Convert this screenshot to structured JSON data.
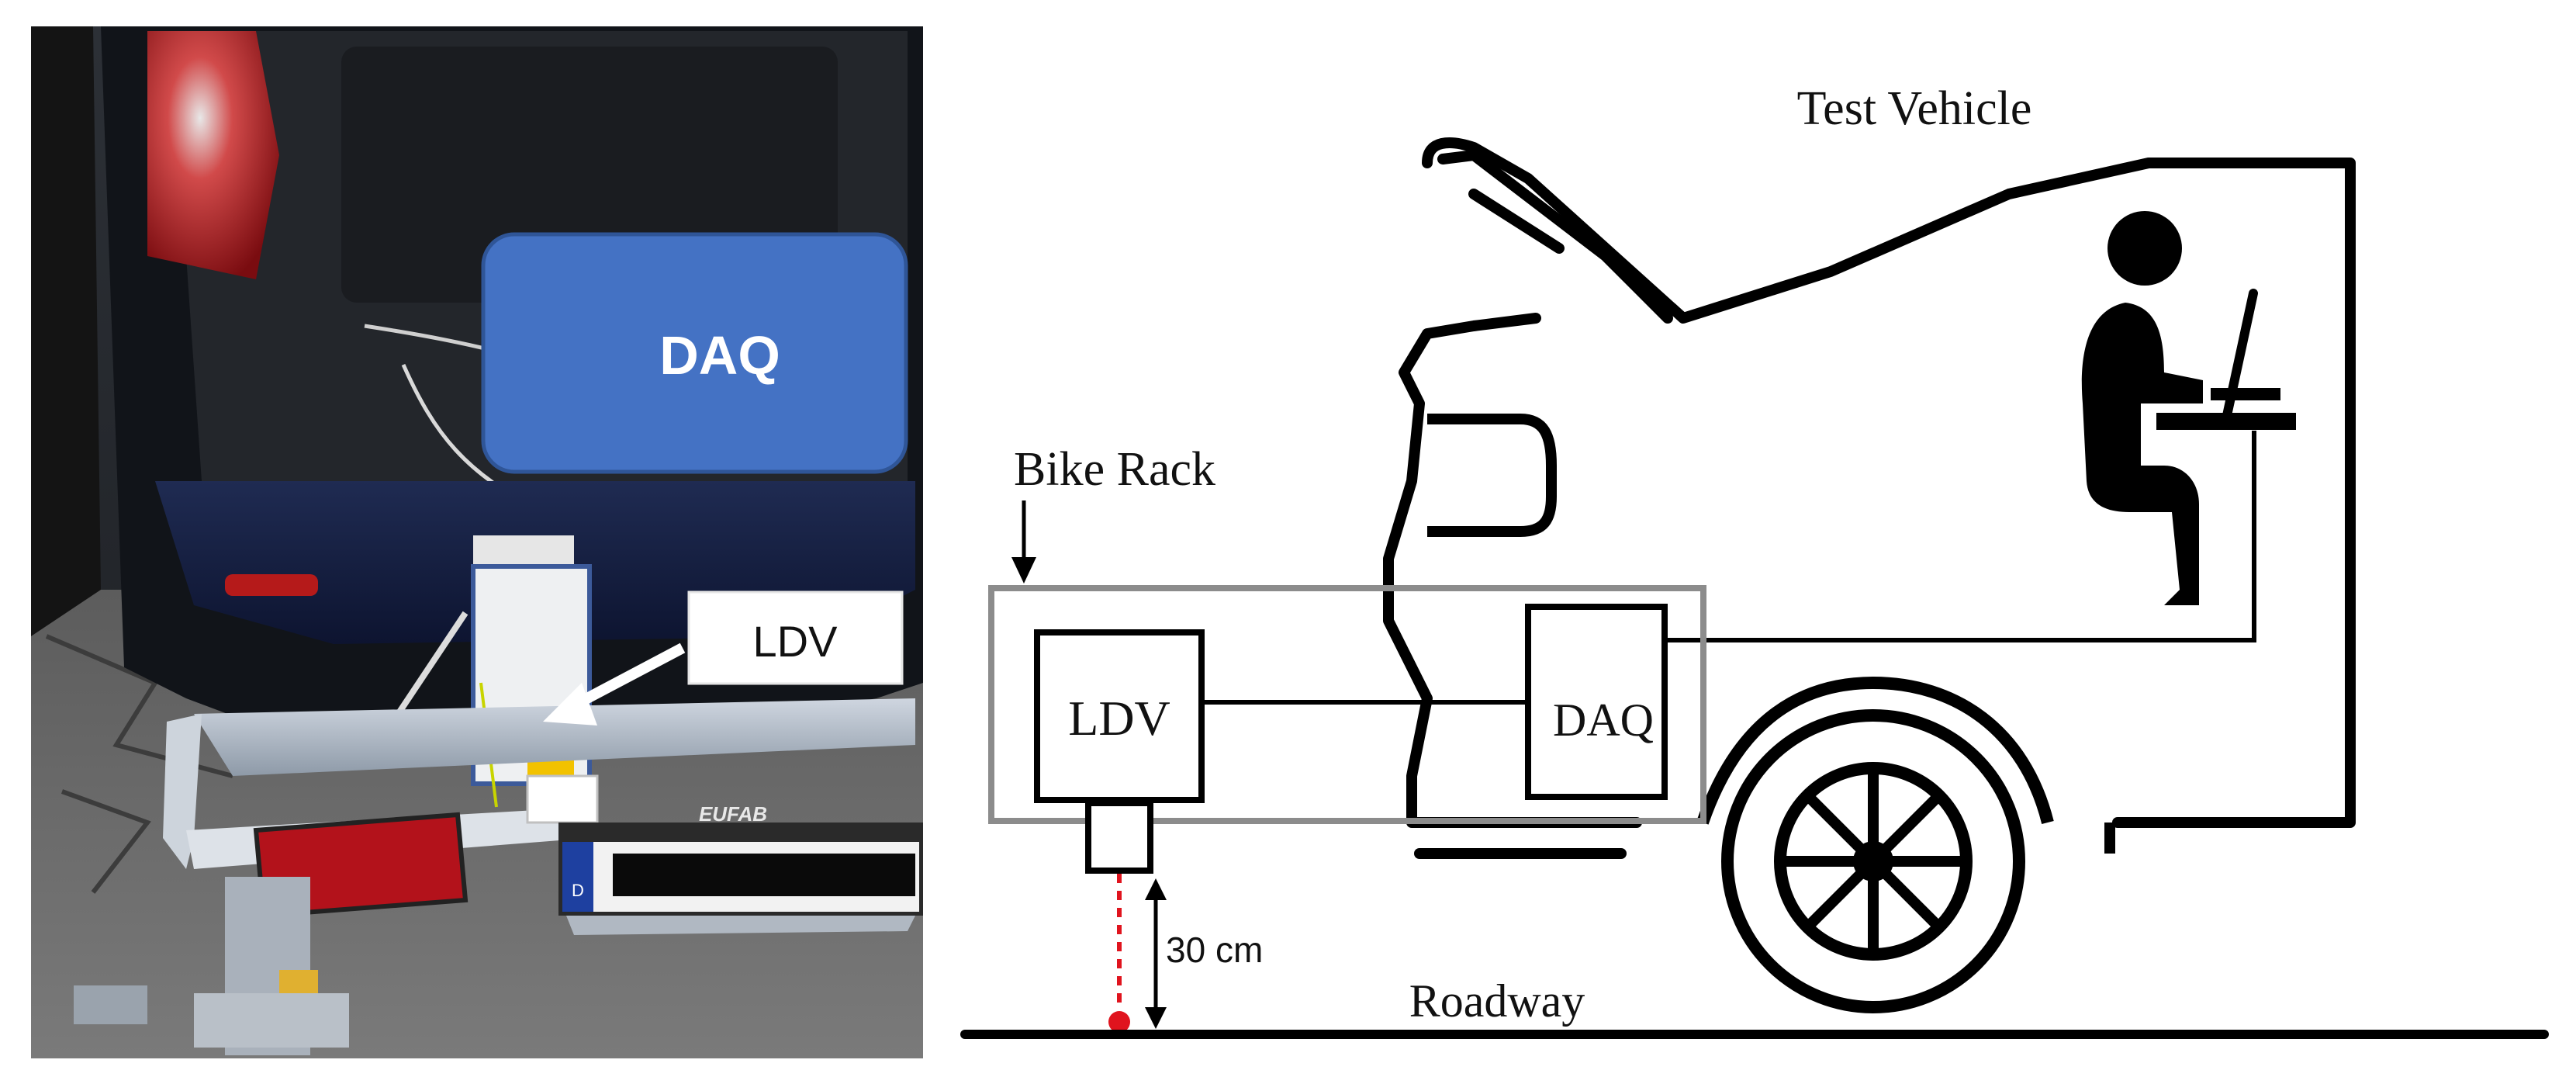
{
  "photo": {
    "daq_callout": "DAQ",
    "ldv_callout": "LDV",
    "hitch_brand": "EUFAB",
    "plate_country": "D",
    "colors": {
      "daq_box": "#4472c4",
      "callout_text_dark": "#111111"
    }
  },
  "schematic": {
    "title_vehicle": "Test Vehicle",
    "label_bike_rack": "Bike Rack",
    "box_ldv": "LDV",
    "box_daq": "DAQ",
    "label_height": "30 cm",
    "label_roadway": "Roadway",
    "icons": [
      "car-outline-icon",
      "wheel-icon",
      "person-with-laptop-icon",
      "laser-point-icon"
    ],
    "colors": {
      "outline": "#000000",
      "rack_frame": "#8c8c8c",
      "laser_beam": "#e0141e"
    }
  }
}
